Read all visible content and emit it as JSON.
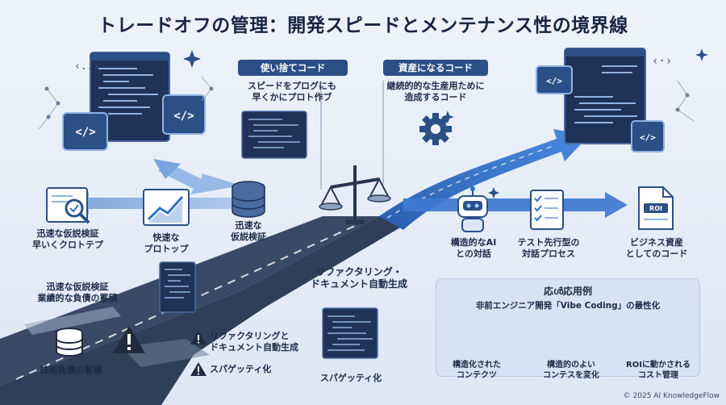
{
  "title": "トレードオフの管理：開発スピードとメンテナンス性の境界線",
  "left": {
    "badge": "使い捨てコード",
    "desc_line1": "スピードをプログにも",
    "desc_line2": "早くかにプロト作ブ",
    "hyp_left_line1": "迅速な仮説検証",
    "hyp_left_line2": "早いくクロトテプ",
    "proto_line1": "快速な",
    "proto_line2": "プロトップ",
    "hyp_db_line1": "迅速な",
    "hyp_db_line2": "仮説検証",
    "debt_note_line1": "迅速な仮説検証",
    "debt_note_line2": "業績的な負債の蓄積",
    "debt_label": "技術負債の蓄積",
    "warn1_line1": "リファクタリングと",
    "warn1_line2": "ドキュメント自動生成",
    "warn2": "スパゲッティ化"
  },
  "center": {
    "refactor_line1": "リファクタリング・",
    "refactor_line2": "ドキュメント自動生成",
    "spaghetti": "スパゲッティ化"
  },
  "right": {
    "badge": "資産になるコード",
    "desc_line1": "継続的的な生産用ために",
    "desc_line2": "造成するコード",
    "ai_line1": "構造的なAI",
    "ai_line2": "との対話",
    "test_line1": "テスト先行型の",
    "test_line2": "対話プロセス",
    "asset_line1": "ビジネス資産",
    "asset_line2": "としてのコード"
  },
  "panel": {
    "title": "応ൾ応用例",
    "subtitle": "非前エンジニア開発「Vibe Coding」の最性化",
    "item1_line1": "構造化された",
    "item1_line2": "コンテクツ",
    "item2_line1": "構造的のよい",
    "item2_line2": "コンテスを変化",
    "item3_line1": "ROIに動かされる",
    "item3_line2": "コスト管理"
  },
  "code_glyph": "</>",
  "footer": "© 2025 AI KnowledgeFlow",
  "colors": {
    "navy": "#2c4f86",
    "blue": "#2f6fc6",
    "light_blue": "#8fb3e3",
    "road": "#3a4a66",
    "warning": "#1f2a3d"
  }
}
